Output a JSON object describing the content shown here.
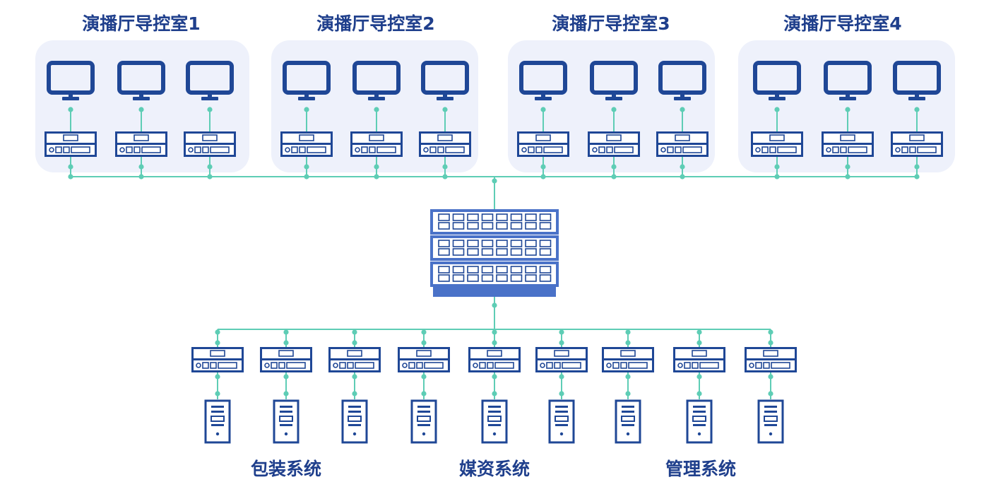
{
  "rooms": [
    {
      "title": "演播厅导控室1"
    },
    {
      "title": "演播厅导控室2"
    },
    {
      "title": "演播厅导控室3"
    },
    {
      "title": "演播厅导控室4"
    }
  ],
  "bottom_groups": [
    {
      "label": "包装系统"
    },
    {
      "label": "媒资系统"
    },
    {
      "label": "管理系统"
    }
  ],
  "colors": {
    "device": "#1f4796",
    "device_light": "#4a72c8",
    "line": "#5ecdb5",
    "panel": "#eef1fb",
    "text": "#1f3f8c"
  },
  "icons": [
    "monitor-icon",
    "encoder-box-icon",
    "switch-rack-icon",
    "server-tower-icon"
  ]
}
